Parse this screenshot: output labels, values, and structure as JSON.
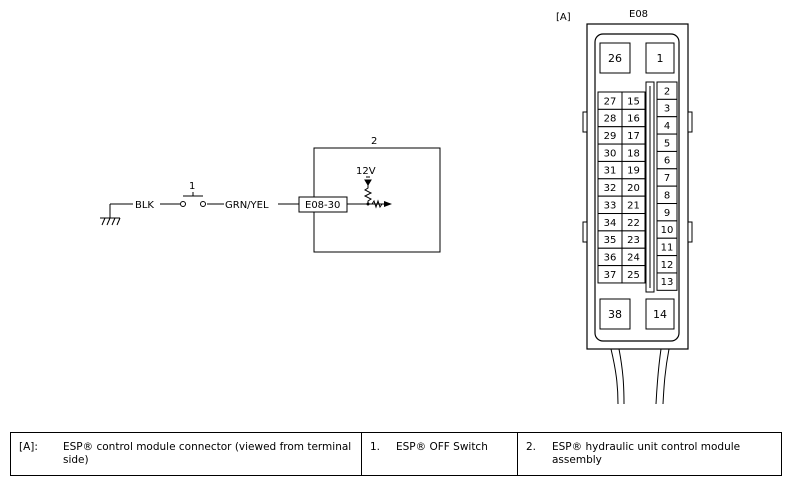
{
  "circuit": {
    "ground_wire": "BLK",
    "switch_number": "1",
    "signal_wire": "GRN/YEL",
    "unit_number": "2",
    "terminal": "E08-30",
    "supply_voltage": "12V"
  },
  "connector": {
    "view_tag": "[A]",
    "code": "E08",
    "pins_top": [
      "26",
      "1"
    ],
    "pins_bottom": [
      "38",
      "14"
    ],
    "pins_left_a": [
      "27",
      "28",
      "29",
      "30",
      "31",
      "32",
      "33",
      "34",
      "35",
      "36",
      "37"
    ],
    "pins_left_b": [
      "15",
      "16",
      "17",
      "18",
      "19",
      "20",
      "21",
      "22",
      "23",
      "24",
      "25"
    ],
    "pins_right": [
      "2",
      "3",
      "4",
      "5",
      "6",
      "7",
      "8",
      "9",
      "10",
      "11",
      "12",
      "13"
    ]
  },
  "legend": {
    "a_key": "[A]:",
    "a_text": "ESP® control module connector (viewed from terminal side)",
    "k1_key": "1.",
    "k1_text": "ESP® OFF Switch",
    "k2_key": "2.",
    "k2_text": "ESP® hydraulic unit control module assembly"
  }
}
